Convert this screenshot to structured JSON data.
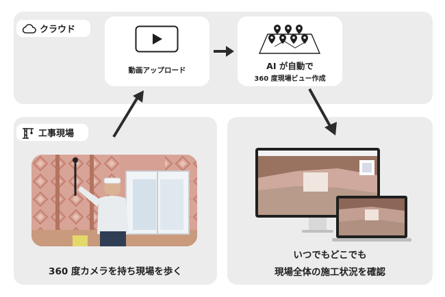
{
  "cloud": {
    "tag_label": "クラウド"
  },
  "site": {
    "tag_label": "工事現場",
    "caption": "360 度カメラを持ち現場を歩く"
  },
  "upload": {
    "label": "動画アップロード"
  },
  "ai": {
    "line1": "AI が自動で",
    "line2": "360 度現場ビュー作成"
  },
  "view": {
    "caption_line1": "いつでもどこでも",
    "caption_line2": "現場全体の施工状況を確認"
  },
  "icons": [
    "cloud-icon",
    "crane-icon",
    "video-play-icon",
    "map-pins-icon"
  ],
  "colors": {
    "panel": "#ececec",
    "card": "#ffffff",
    "text": "#1e1e1e",
    "arrow": "#2b2b2b"
  }
}
